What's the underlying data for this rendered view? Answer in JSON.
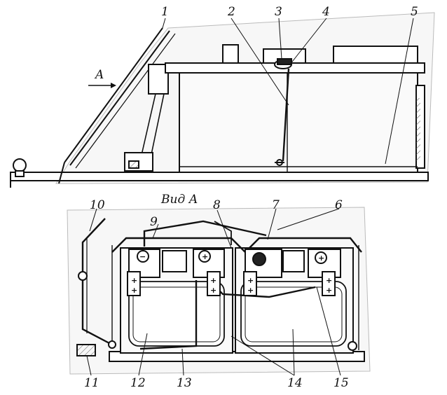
{
  "view_arrow_label": "A",
  "view_title": "Вид А",
  "callouts": [
    "1",
    "2",
    "3",
    "4",
    "5",
    "6",
    "7",
    "8",
    "9",
    "10",
    "11",
    "12",
    "13",
    "14",
    "15"
  ],
  "polarity": {
    "minus": "−",
    "plus": "+"
  }
}
